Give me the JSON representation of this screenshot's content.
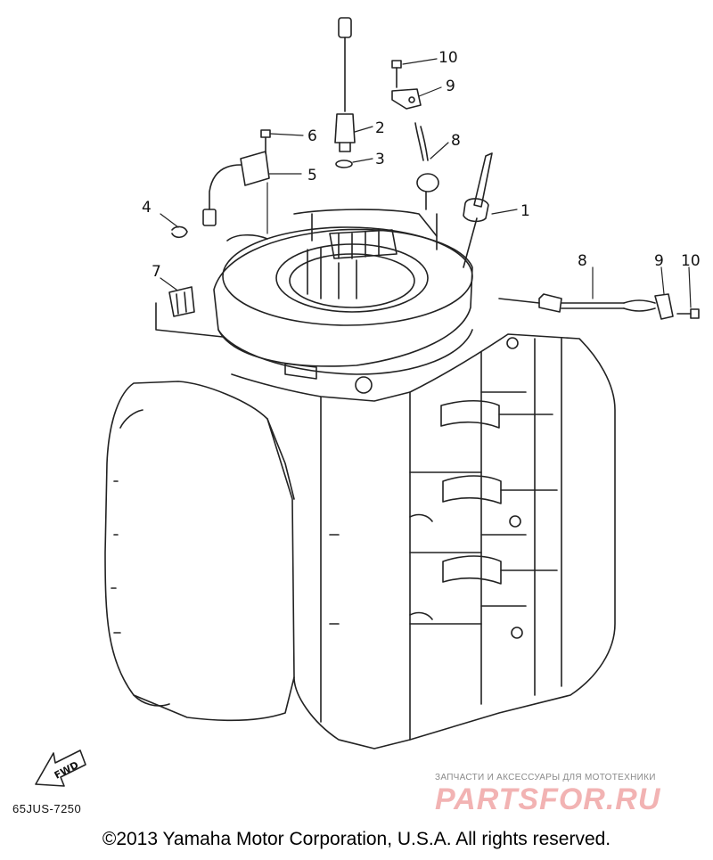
{
  "callouts": {
    "c1": "1",
    "c2": "2",
    "c3": "3",
    "c4": "4",
    "c5": "5",
    "c6": "6",
    "c7": "7",
    "c8a": "8",
    "c8b": "8",
    "c9a": "9",
    "c9b": "9",
    "c10a": "10",
    "c10b": "10"
  },
  "diagram_code": "65JUS-7250",
  "fwd_label": "FWD",
  "watermark": {
    "subtitle": "ЗАПЧАСТИ И АКСЕССУАРЫ ДЛЯ МОТОТЕХНИКИ",
    "logo": "PARTSFOR.RU"
  },
  "copyright": "©2013 Yamaha Motor Corporation, U.S.A. All rights reserved."
}
